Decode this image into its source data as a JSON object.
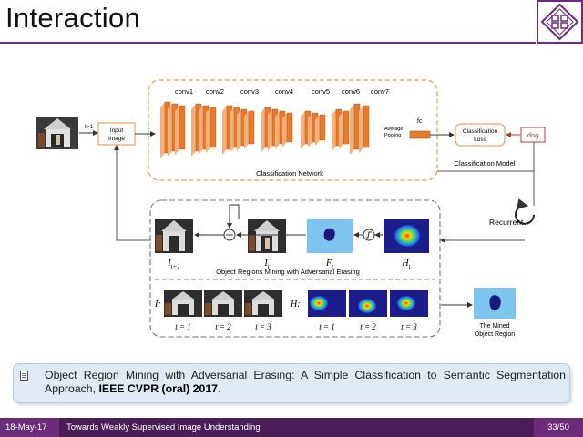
{
  "slide": {
    "title": "Interaction",
    "logo_icon": "university-seal-icon"
  },
  "figure": {
    "t_equals_1": "t=1",
    "input_image_line1": "Input",
    "input_image_line2": "Image",
    "conv_labels": [
      "conv1",
      "conv2",
      "conv3",
      "conv4",
      "conv5",
      "conv6",
      "conv7"
    ],
    "avg_pool_line1": "Average",
    "avg_pool_line2": "Pooling",
    "fc_label": "fc",
    "cls_loss_line1": "Classification",
    "cls_loss_line2": "Loss",
    "dog_label": "dog",
    "network_label": "Classification Network",
    "model_label": "Classification Model",
    "recurrent_label": "Recurrent",
    "mining_label": "Object Regions Mining with Adversarial Erasing",
    "symbols": {
      "i_t1_base": "I",
      "i_t1_sub": "t+1",
      "i_t_base": "I",
      "i_t_sub": "t",
      "f_t_base": "F",
      "f_t_sub": "t",
      "h_t_base": "H",
      "h_t_sub": "t"
    },
    "seq_i_label": "I:",
    "seq_h_label": "H:",
    "time_steps": [
      "t = 1",
      "t = 2",
      "t = 3"
    ],
    "mined_line1": "The Mined",
    "mined_line2": "Object Region"
  },
  "colors": {
    "accent_purple": "#6b2d7b",
    "footer_dark": "#4b1d57",
    "conv_orange": "#e87a2c",
    "dashed_orange": "#e69a55",
    "dog_red": "#c0392b",
    "mask_blue": "#7ec4ee"
  },
  "reference": {
    "icon": "document-icon",
    "text": "Object Region Mining with Adversarial Erasing: A Simple Classification to Semantic Segmentation Approach, ",
    "venue": "IEEE CVPR (oral) 2017",
    "end": "."
  },
  "footer": {
    "date": "18-May-17",
    "talk_title": "Towards Weakly Supervised Image Understanding",
    "page": "33/50"
  }
}
